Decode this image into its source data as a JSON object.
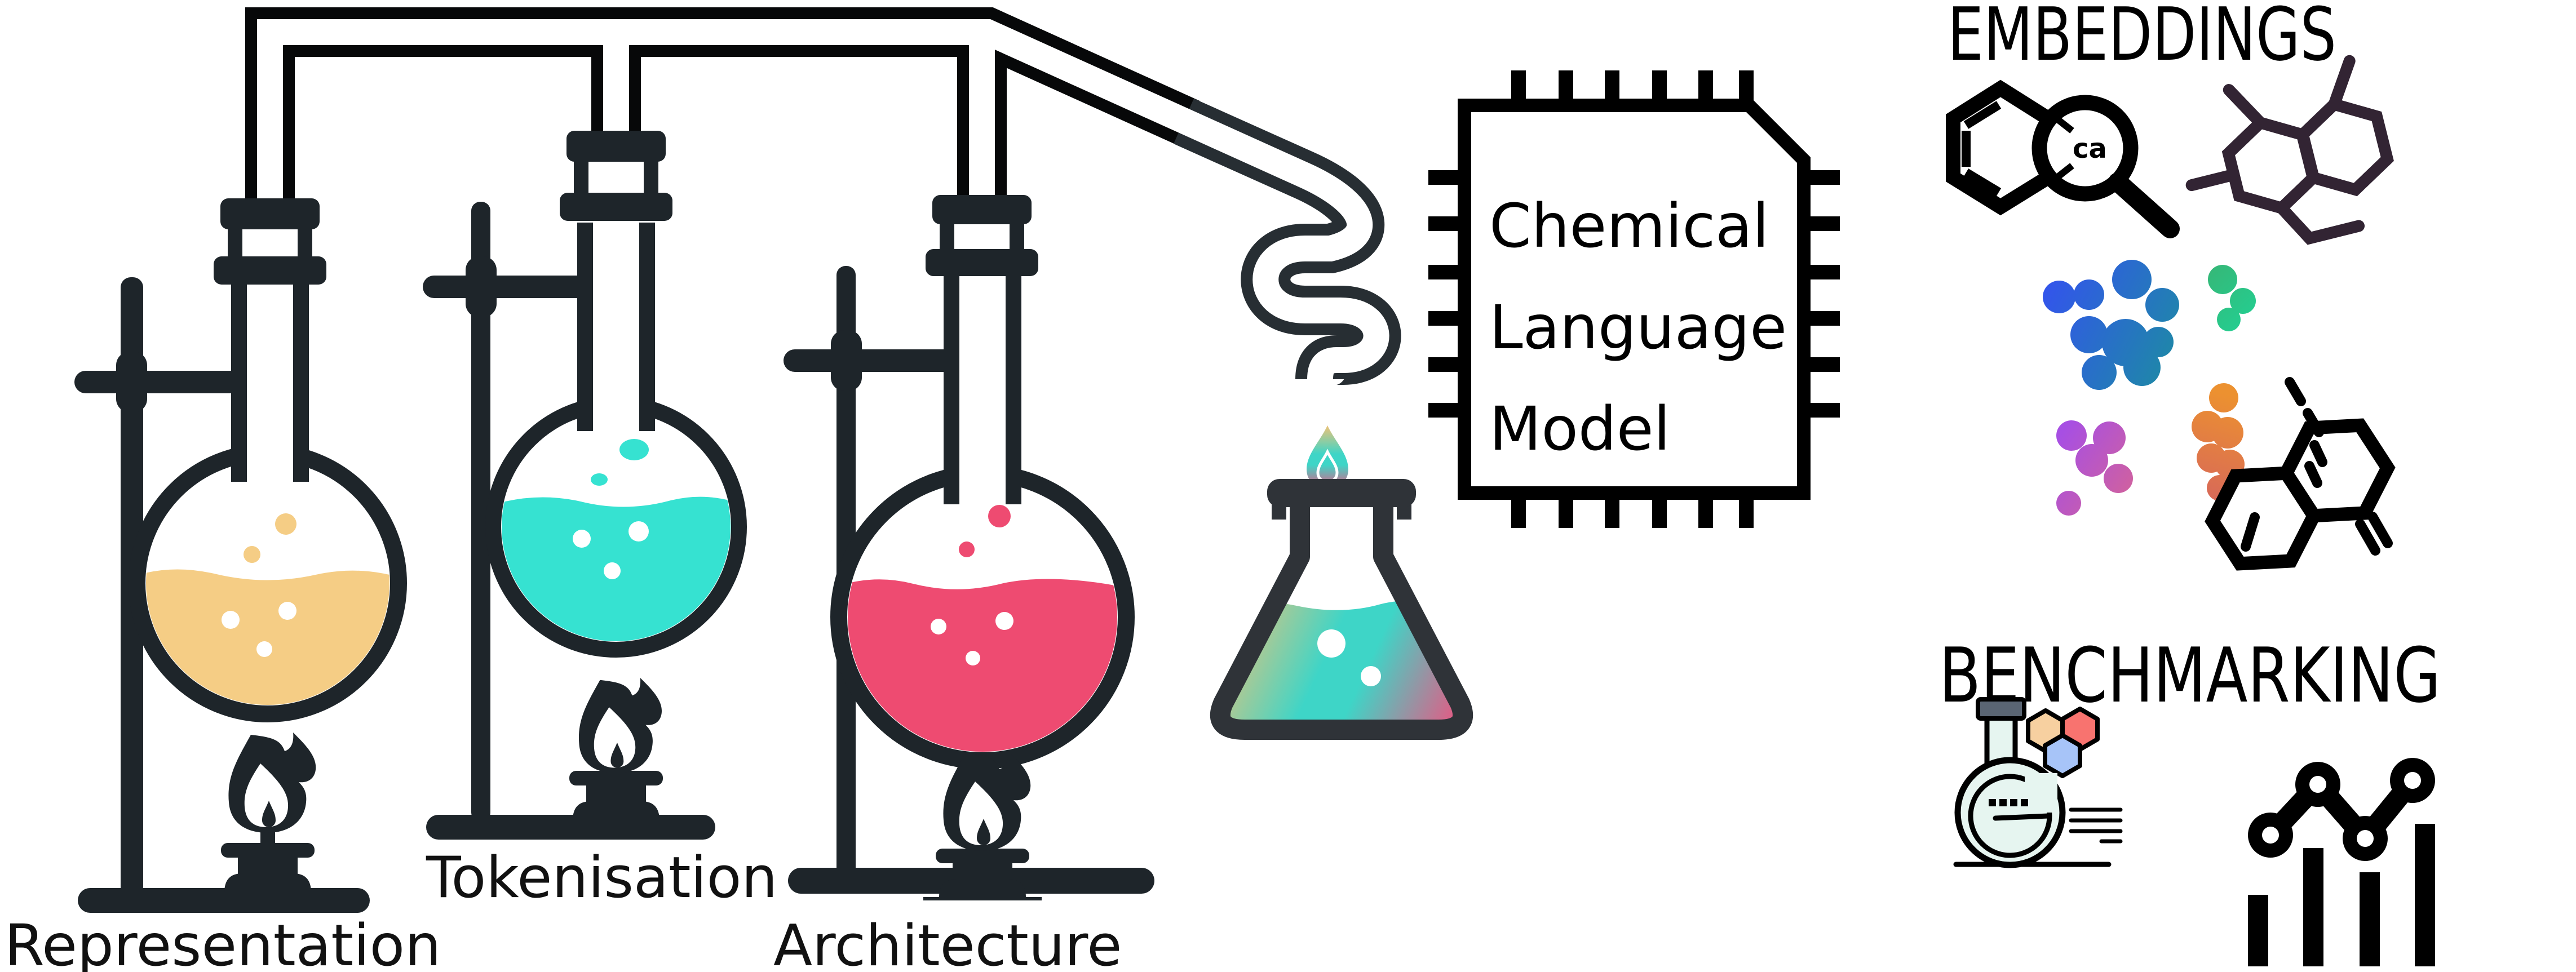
{
  "diagram": {
    "flasks": [
      {
        "label": "Representation",
        "liquid_color": "#F5CD85"
      },
      {
        "label": "Tokenisation",
        "liquid_color": "#36E2D1"
      },
      {
        "label": "Architecture",
        "liquid_color": "#EE4B71"
      }
    ],
    "chip": {
      "line1": "Chemical",
      "line2": "Language",
      "line3": "Model"
    },
    "embeddings": {
      "title": "EMBEDDINGS",
      "magnifier_label": "ca",
      "molecule_color": "#322433",
      "cluster_colors": {
        "blue_start": "#3354EC",
        "blue_end": "#1E89A6",
        "green_start": "#35B878",
        "green_end": "#23CF92",
        "purple_start": "#A74FE3",
        "purple_end": "#D0619F",
        "orange_start": "#EC9130",
        "orange_end": "#D96B56"
      }
    },
    "benchmarking": {
      "title": "BENCHMARKING",
      "flask_fill": "#E6F5F0",
      "stopper_color": "#5A6573",
      "hex_peach": "#F7D0A0",
      "hex_red": "#F8736F",
      "hex_blue": "#A7C4F8"
    },
    "mixture": {
      "grad_top": "#EFC276",
      "grad_mid": "#3ED5C7",
      "grad_bottom": "#EE5380"
    },
    "ink": "#1E252A",
    "pipe_color": "#070809",
    "coil_color": "#272E33",
    "icons": {
      "flask_icons": "round-bottom-flask-on-stand-with-burner",
      "chip_icon": "microchip",
      "coil_icon": "condenser-coil",
      "droplet_icon": "gradient-droplet",
      "erlenmeyer_icon": "erlenmeyer-flask-with-mixture",
      "benzene_icon": "benzene-ring-with-magnifier",
      "molecule_dark_icon": "fused-ring-molecule",
      "cluster_icons": "embedding-point-clusters",
      "naphthalene_icon": "naphthalene-structure",
      "bench_flask_icon": "flask-with-hexagons-report",
      "bench_chart_icon": "line-and-bar-chart"
    }
  }
}
